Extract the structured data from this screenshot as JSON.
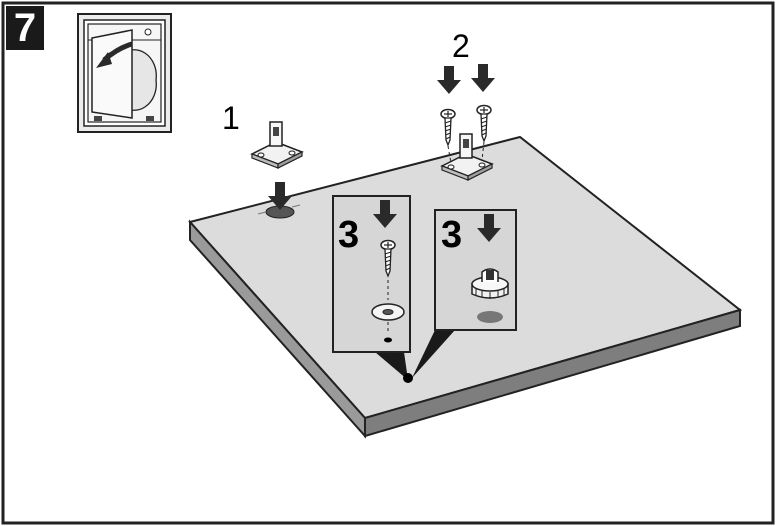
{
  "step": {
    "number": "7"
  },
  "labels": {
    "step1": "1",
    "step2": "2",
    "step3_screw": "3",
    "step3_plug": "3"
  },
  "colors": {
    "board_top": "#dcdcdc",
    "board_front": "#9a9a9a",
    "board_side": "#7e7e7e",
    "frame": "#222222",
    "inset_bg": "#d6d6d6",
    "arrow": "#2a2a2a"
  },
  "icons": {
    "machine": "washing-machine-door-open-icon",
    "bracket": "mounting-bracket-icon",
    "screw": "screw-icon",
    "washer": "washer-icon",
    "plug": "cover-plug-icon",
    "arrow": "arrow-down-icon"
  }
}
